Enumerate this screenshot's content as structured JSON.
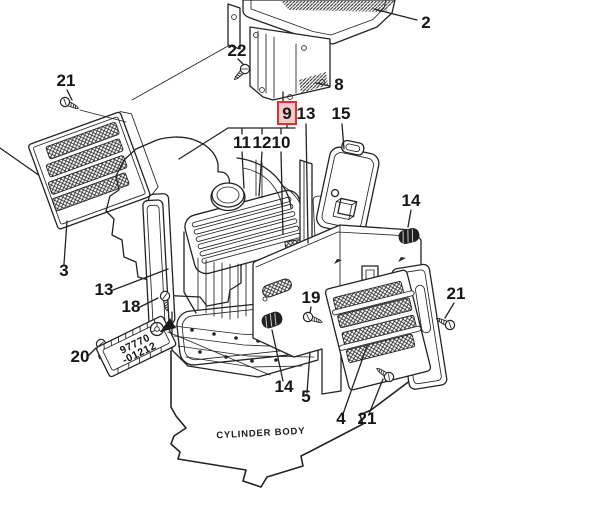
{
  "diagram": {
    "title": "engine-cylinder-body-exploded-parts-diagram",
    "caption": "CYLINDER BODY",
    "name_plate": {
      "line1": "97770",
      "line2": "-01212"
    },
    "colors": {
      "line": "#232323",
      "background": "#ffffff",
      "highlight_border": "#e03131",
      "highlight_fill": "#f4c9c9",
      "highlight_digit": "#5a1717"
    },
    "highlighted_part": "9",
    "callouts": [
      {
        "id": "cover-2",
        "label": "2"
      },
      {
        "id": "screw-22",
        "label": "22"
      },
      {
        "id": "bracket-8",
        "label": "8"
      },
      {
        "id": "bolt-21-top-left",
        "label": "21"
      },
      {
        "id": "shroud-9",
        "label": "9",
        "highlighted": true
      },
      {
        "id": "plate-13-top",
        "label": "13"
      },
      {
        "id": "tank-15",
        "label": "15"
      },
      {
        "id": "part-11",
        "label": "11"
      },
      {
        "id": "part-12",
        "label": "12"
      },
      {
        "id": "part-10",
        "label": "10"
      },
      {
        "id": "grille-3",
        "label": "3"
      },
      {
        "id": "plate-13-left",
        "label": "13"
      },
      {
        "id": "bolt-18",
        "label": "18"
      },
      {
        "id": "clip-14-right",
        "label": "14"
      },
      {
        "id": "screw-19",
        "label": "19"
      },
      {
        "id": "screw-21-right",
        "label": "21"
      },
      {
        "id": "bolt-20",
        "label": "20"
      },
      {
        "id": "clip-14-bottom",
        "label": "14"
      },
      {
        "id": "shroud-5",
        "label": "5"
      },
      {
        "id": "grille-4",
        "label": "4"
      },
      {
        "id": "screw-21-bottom",
        "label": "21"
      }
    ]
  }
}
